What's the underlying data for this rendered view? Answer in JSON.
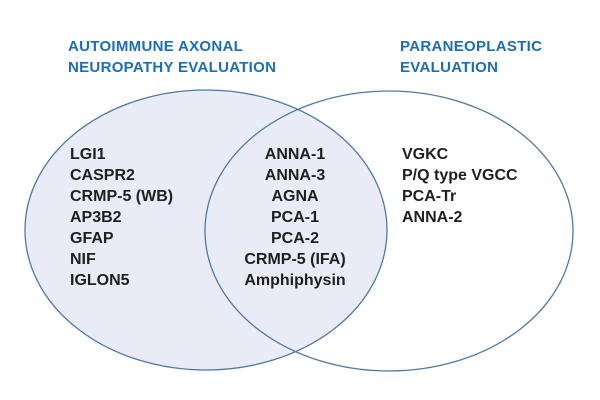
{
  "diagram": {
    "type": "venn",
    "colors": {
      "heading_blue": "#1b6eb4",
      "ellipse_stroke": "#4d79a8",
      "left_ellipse_fill": "#e9ecf6",
      "item_text": "#1f1f1f",
      "background": "#ffffff"
    },
    "left_set": {
      "heading_line1": "AUTOIMMUNE AXONAL",
      "heading_line2": "NEUROPATHY EVALUATION",
      "items": [
        "LGI1",
        "CASPR2",
        "CRMP-5 (WB)",
        "AP3B2",
        "GFAP",
        "NIF",
        "IGLON5"
      ]
    },
    "intersection": {
      "items": [
        "ANNA-1",
        "ANNA-3",
        "AGNA",
        "PCA-1",
        "PCA-2",
        "CRMP-5 (IFA)",
        "Amphiphysin"
      ]
    },
    "right_set": {
      "heading_line1": "PARANEOPLASTIC",
      "heading_line2": "EVALUATION",
      "items": [
        "VGKC",
        "P/Q type VGCC",
        "PCA-Tr",
        "ANNA-2"
      ]
    }
  }
}
